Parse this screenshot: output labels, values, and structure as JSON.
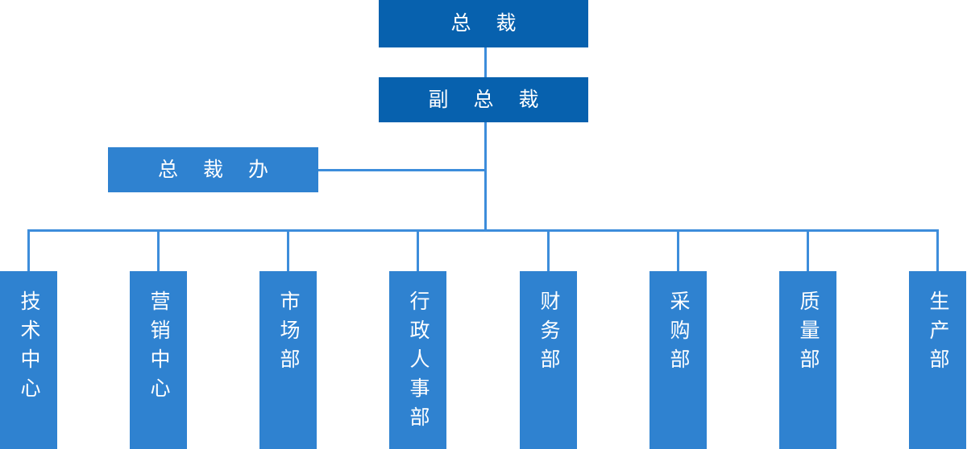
{
  "chart": {
    "type": "org-chart",
    "title": "",
    "colors": {
      "executive_box": "#0761AE",
      "department_box": "#2f82d0",
      "connector_line": "#3d8ddb",
      "node_text": "#ffffff",
      "background": "#ffffff"
    },
    "levels": [
      {
        "level": 1,
        "nodes": [
          {
            "id": "president",
            "label": "总  裁",
            "orientation": "horizontal",
            "style": "executive"
          }
        ]
      },
      {
        "level": 2,
        "nodes": [
          {
            "id": "vice-president",
            "label": "副  总  裁",
            "orientation": "horizontal",
            "style": "executive"
          }
        ]
      },
      {
        "level": 3,
        "nodes": [
          {
            "id": "presidents-office",
            "label": "总  裁  办",
            "orientation": "horizontal",
            "style": "department"
          }
        ]
      },
      {
        "level": 4,
        "nodes": [
          {
            "id": "technology-center",
            "label": "技术中心",
            "orientation": "vertical",
            "style": "department"
          },
          {
            "id": "marketing-center",
            "label": "营销中心",
            "orientation": "vertical",
            "style": "department"
          },
          {
            "id": "market-department",
            "label": "市场部",
            "orientation": "vertical",
            "style": "department"
          },
          {
            "id": "admin-hr-department",
            "label": "行政人事部",
            "orientation": "vertical",
            "style": "department"
          },
          {
            "id": "finance-department",
            "label": "财务部",
            "orientation": "vertical",
            "style": "department"
          },
          {
            "id": "procurement-department",
            "label": "采购部",
            "orientation": "vertical",
            "style": "department"
          },
          {
            "id": "quality-department",
            "label": "质量部",
            "orientation": "vertical",
            "style": "department"
          },
          {
            "id": "production-department",
            "label": "生产部",
            "orientation": "vertical",
            "style": "department"
          }
        ]
      }
    ]
  },
  "nodes": {
    "president": "总  裁",
    "vice_president": "副  总  裁",
    "presidents_office": "总  裁  办",
    "departments": [
      "技术中心",
      "营销中心",
      "市场部",
      "行政人事部",
      "财务部",
      "采购部",
      "质量部",
      "生产部"
    ]
  }
}
